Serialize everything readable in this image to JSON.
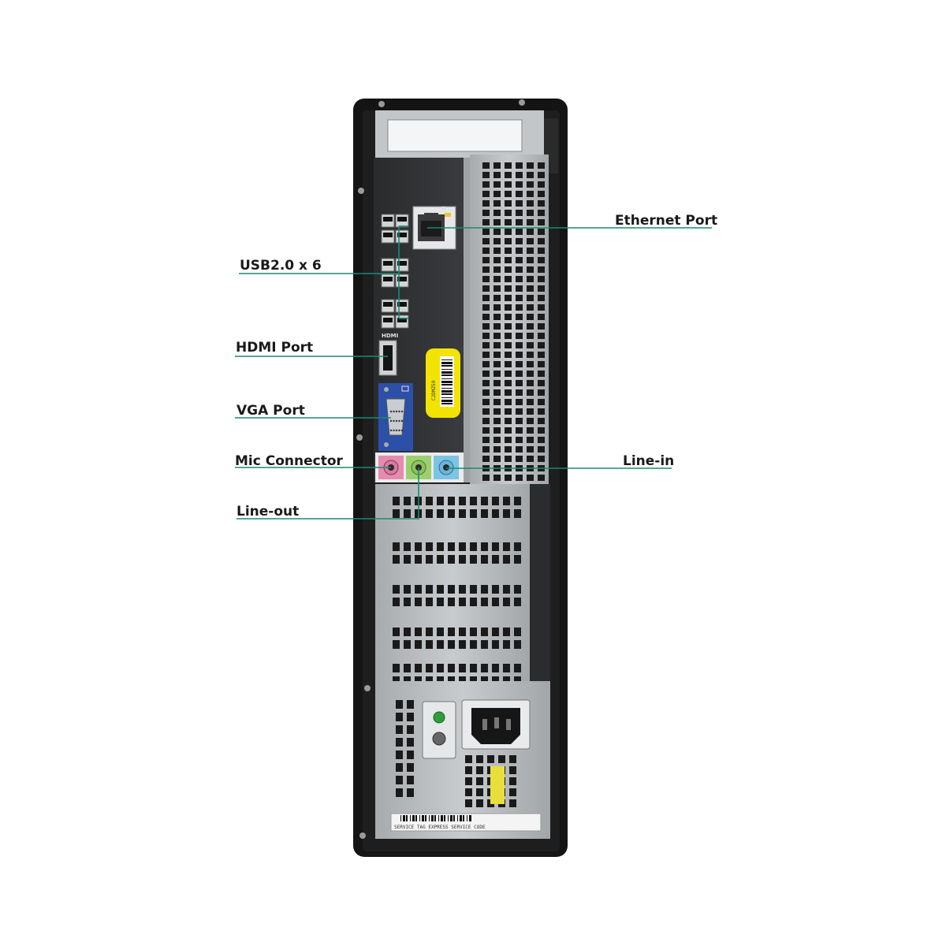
{
  "callouts": {
    "usb": "USB2.0 x 6",
    "hdmi": "HDMI Port",
    "vga": "VGA Port",
    "mic": "Mic Connector",
    "lineout": "Line-out",
    "ethernet": "Ethernet Port",
    "linein": "Line-in"
  },
  "panel_markings": {
    "hdmi_logo": "HDMI",
    "sticker_code": "C2DMZ59",
    "service_label": "SERVICE TAG  EXPRESS SERVICE CODE"
  },
  "colors": {
    "leader_line": "#1a8a73",
    "mic_jack": "#e58bb0",
    "lineout_jack": "#9ccf6e",
    "linein_jack": "#7cc4e4",
    "vga_port": "#2c4fa8",
    "sticker": "#f2e400",
    "chassis": "#141414",
    "metal": "#b9bcbf"
  }
}
